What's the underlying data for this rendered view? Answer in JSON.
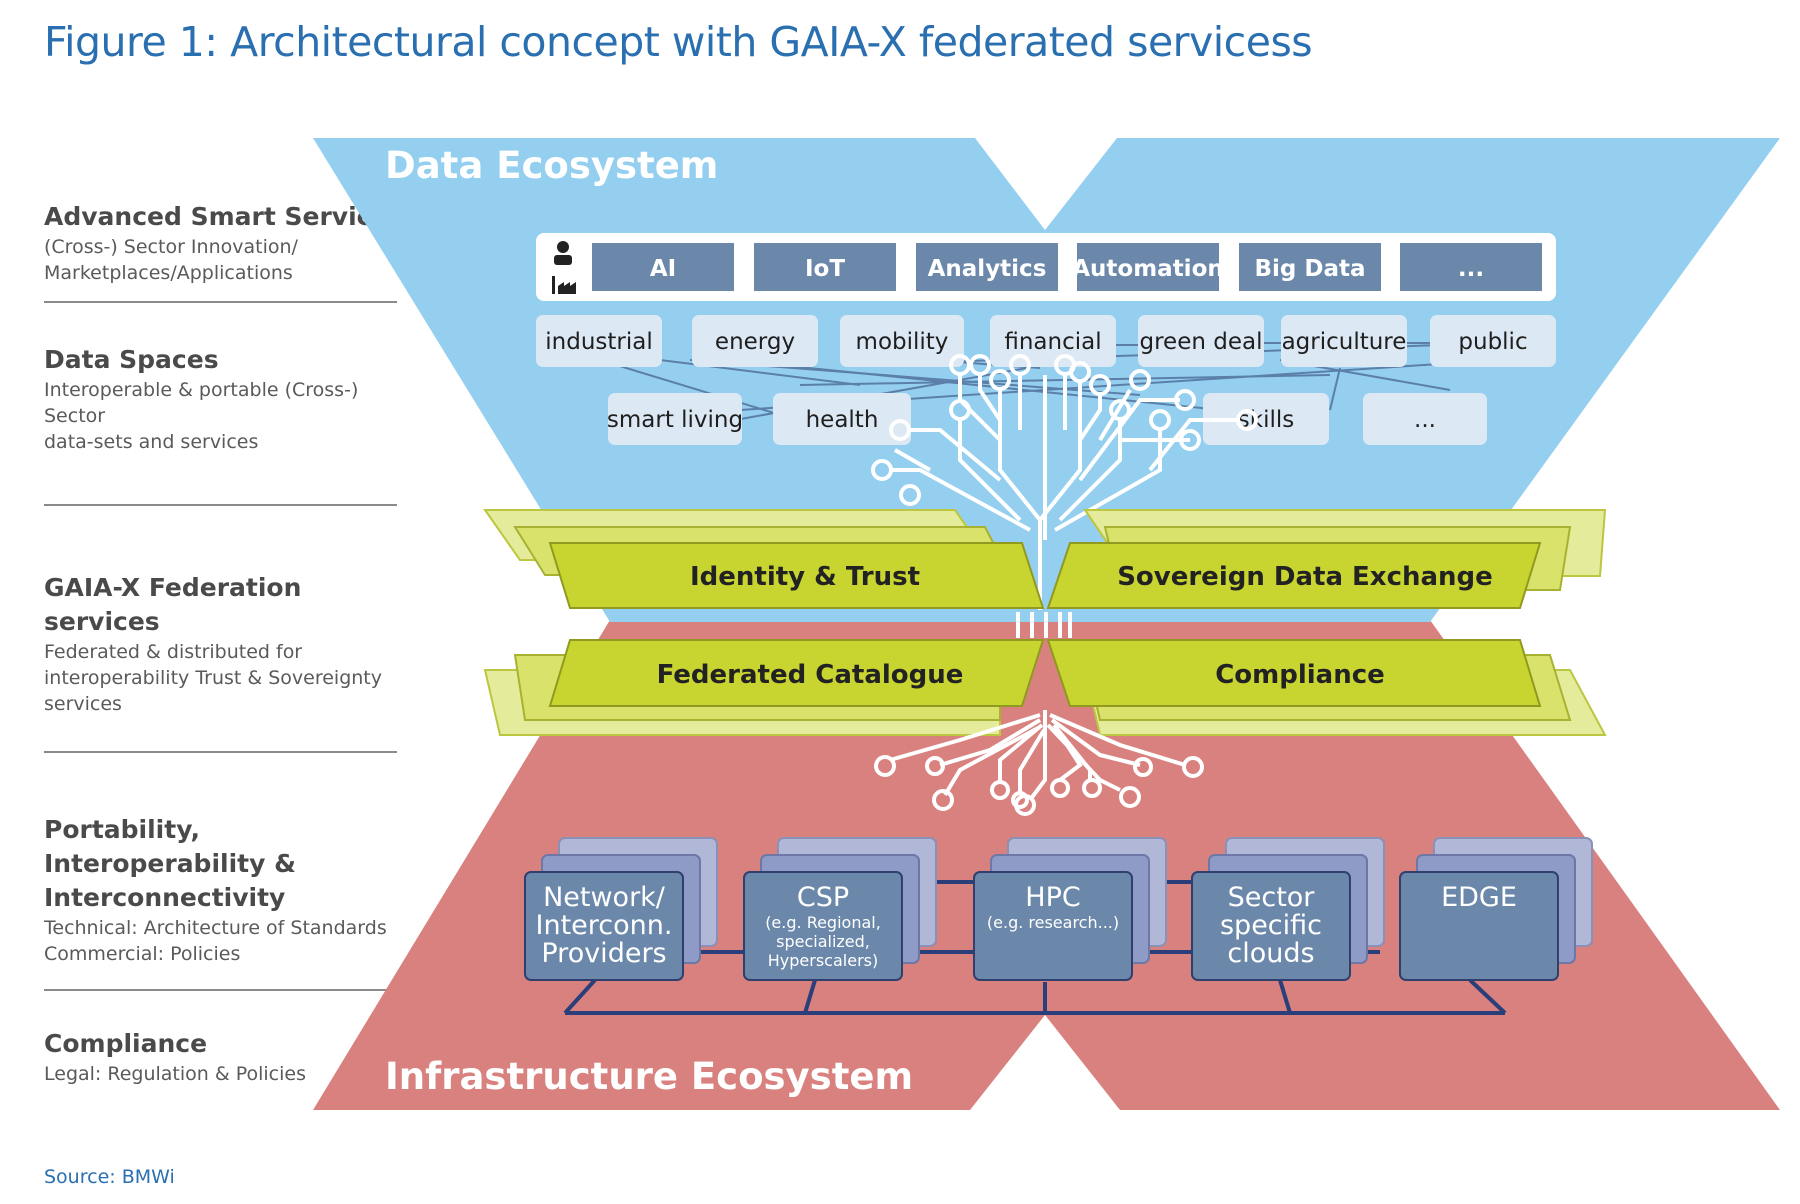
{
  "title": "Figure 1: Architectural concept with GAIA-X federated servicess",
  "source": "Source: BMWi",
  "layers": [
    {
      "title": "Advanced Smart Services",
      "lines": [
        "(Cross-) Sector Innovation/",
        "Marketplaces/Applications"
      ]
    },
    {
      "title": "Data Spaces",
      "lines": [
        "Interoperable & portable (Cross-) Sector",
        "data-sets and services"
      ]
    },
    {
      "title": "GAIA-X Federation services",
      "lines": [
        "Federated & distributed for",
        "interoperability Trust & Sovereignty",
        "services"
      ]
    },
    {
      "title_lines": [
        "Portability, Interoperability &",
        "Interconnectivity"
      ],
      "lines": [
        "Technical: Architecture of Standards",
        "Commercial: Policies"
      ]
    },
    {
      "title": "Compliance",
      "lines": [
        "Legal: Regulation & Policies"
      ]
    }
  ],
  "data_ecosystem": "Data Ecosystem",
  "infrastructure_ecosystem": "Infrastructure Ecosystem",
  "smart_services": [
    "AI",
    "IoT",
    "Analytics",
    "Automation",
    "Big Data",
    "..."
  ],
  "data_spaces_row1": [
    "industrial",
    "energy",
    "mobility",
    "financial",
    "green deal",
    "agriculture",
    "public"
  ],
  "data_spaces_row2": [
    "smart living",
    "health",
    "skills",
    "..."
  ],
  "federation_services": [
    "Identity & Trust",
    "Sovereign Data Exchange",
    "Federated Catalogue",
    "Compliance"
  ],
  "infrastructure": [
    {
      "name": [
        "Network/",
        "Interconn.",
        "Providers"
      ],
      "detail": []
    },
    {
      "name": [
        "CSP"
      ],
      "detail": [
        "(e.g. Regional,",
        "specialized,",
        "Hyperscalers)"
      ]
    },
    {
      "name": [
        "HPC"
      ],
      "detail": [
        "(e.g. research...)"
      ]
    },
    {
      "name": [
        "Sector",
        "specific",
        "clouds"
      ],
      "detail": []
    },
    {
      "name": [
        "EDGE"
      ],
      "detail": []
    }
  ],
  "colors": {
    "data_blue": "#94cff0",
    "infra_red": "#d9817e",
    "federation_green": "#c8d430",
    "service_box": "#6b88aa",
    "tag_fill": "#dce8f3",
    "title_blue": "#2a6fb0"
  }
}
